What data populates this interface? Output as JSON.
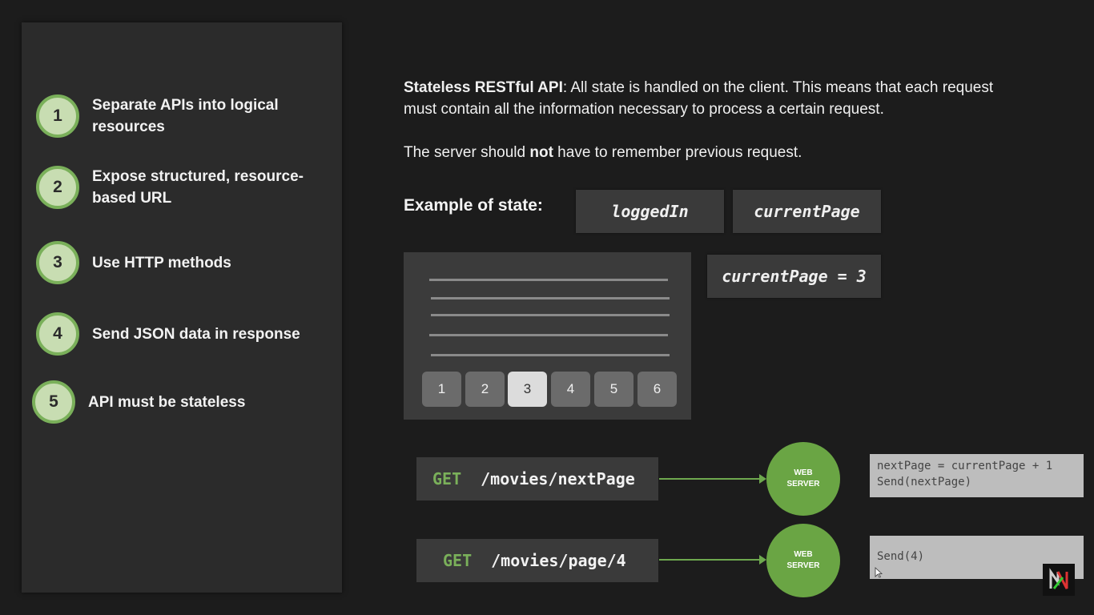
{
  "sidebar": {
    "steps": [
      {
        "num": "1",
        "label": "Separate APIs into logical resources"
      },
      {
        "num": "2",
        "label": "Expose structured, resource-based URL"
      },
      {
        "num": "3",
        "label": "Use HTTP methods"
      },
      {
        "num": "4",
        "label": "Send JSON data in response"
      },
      {
        "num": "5",
        "label": "API must be stateless"
      }
    ]
  },
  "main": {
    "intro_bold": "Stateless RESTful API",
    "intro_rest": ": All state is handled on the client. This means that each request must contain all the information necessary to process a certain request.",
    "server_pre": "The server should ",
    "server_bold": "not",
    "server_post": " have to remember previous request.",
    "example_label": "Example of state:",
    "state_boxes": [
      "loggedIn",
      "currentPage"
    ],
    "current_page_box": "currentPage = 3",
    "pagination": [
      "1",
      "2",
      "3",
      "4",
      "5",
      "6"
    ],
    "active_page": "3",
    "requests": [
      {
        "method": "GET",
        "path": "/movies/nextPage",
        "server": "WEB SERVER",
        "code": [
          "nextPage = currentPage + 1",
          "Send(nextPage)"
        ]
      },
      {
        "method": "GET",
        "path": "/movies/page/4",
        "server": "WEB SERVER",
        "code": [
          "Send(4)"
        ]
      }
    ]
  },
  "colors": {
    "accent_green": "#6aa544",
    "step_fill": "#c8ddb2",
    "background": "#1c1c1c"
  }
}
